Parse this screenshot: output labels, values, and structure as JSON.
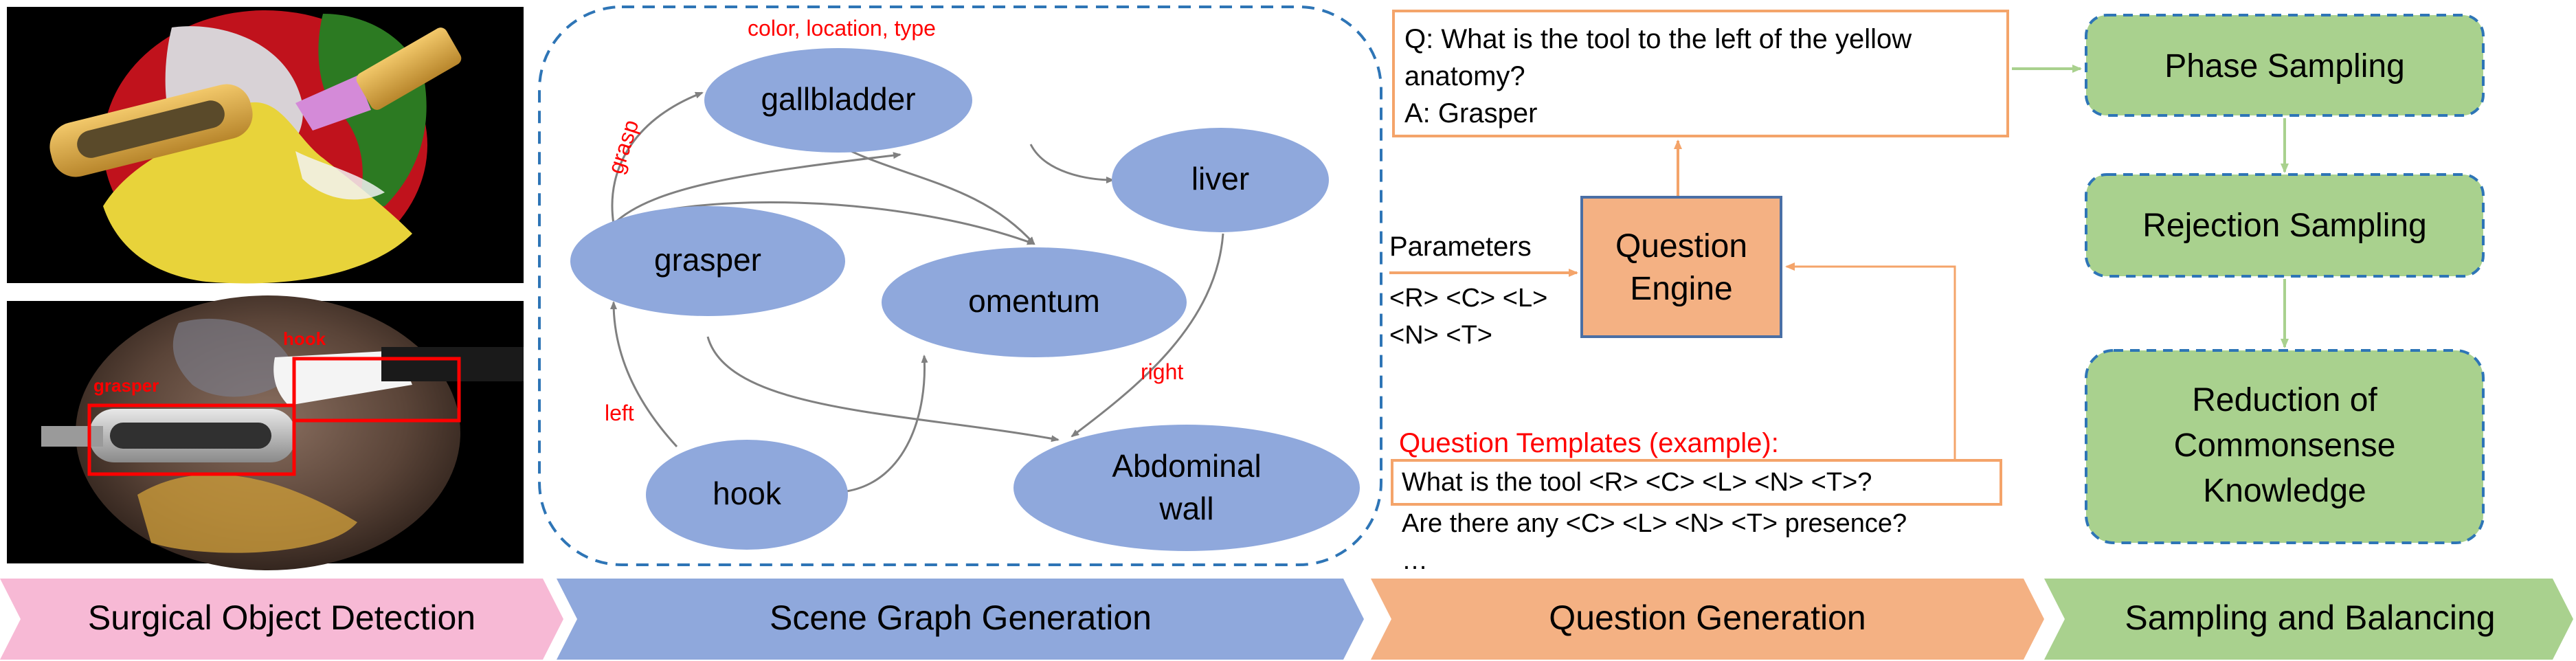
{
  "colors": {
    "stage1": "#f7b9d5",
    "stage2": "#8fa8dc",
    "stage3": "#f4b183",
    "stage4": "#a9d18e",
    "node_fill": "#8fa8dc",
    "engine_fill": "#f4b183",
    "sampling_fill": "#a9d18e",
    "red_text": "#ff0000",
    "dashed_border": "#2e75b6",
    "orange_border": "#f4a46a"
  },
  "stages": [
    {
      "label": "Surgical Object Detection"
    },
    {
      "label": "Scene Graph Generation"
    },
    {
      "label": "Question Generation"
    },
    {
      "label": "Sampling and Balancing"
    }
  ],
  "detection": {
    "segmentation_image": "surgical-segmentation-image",
    "bbox_image": "surgical-bbox-image",
    "box_labels": {
      "hook": "hook",
      "grasper": "grasper"
    }
  },
  "scene_graph": {
    "attr_label": "color, location, type",
    "nodes": {
      "gallbladder": "gallbladder",
      "liver": "liver",
      "grasper": "grasper",
      "omentum": "omentum",
      "hook": "hook",
      "abdominal_wall_1": "Abdominal",
      "abdominal_wall_2": "wall"
    },
    "edge_labels": {
      "grasp": "grasp",
      "left": "left",
      "right": "right"
    }
  },
  "question_generation": {
    "qa": [
      "Q: What is the tool to the left of the yellow",
      "anatomy?",
      "A: Grasper"
    ],
    "parameters_title": "Parameters",
    "parameters": [
      "<R> <C> <L>",
      "<N> <T>"
    ],
    "engine": [
      "Question",
      "Engine"
    ],
    "templates_title": "Question Templates (example):",
    "templates": [
      "What is the tool <R> <C> <L> <N> <T>?",
      "Are there any <C> <L> <N> <T> presence?",
      "…"
    ]
  },
  "sampling": {
    "phase": "Phase Sampling",
    "rejection": "Rejection Sampling",
    "reduction": [
      "Reduction of",
      "Commonsense",
      "Knowledge"
    ]
  }
}
